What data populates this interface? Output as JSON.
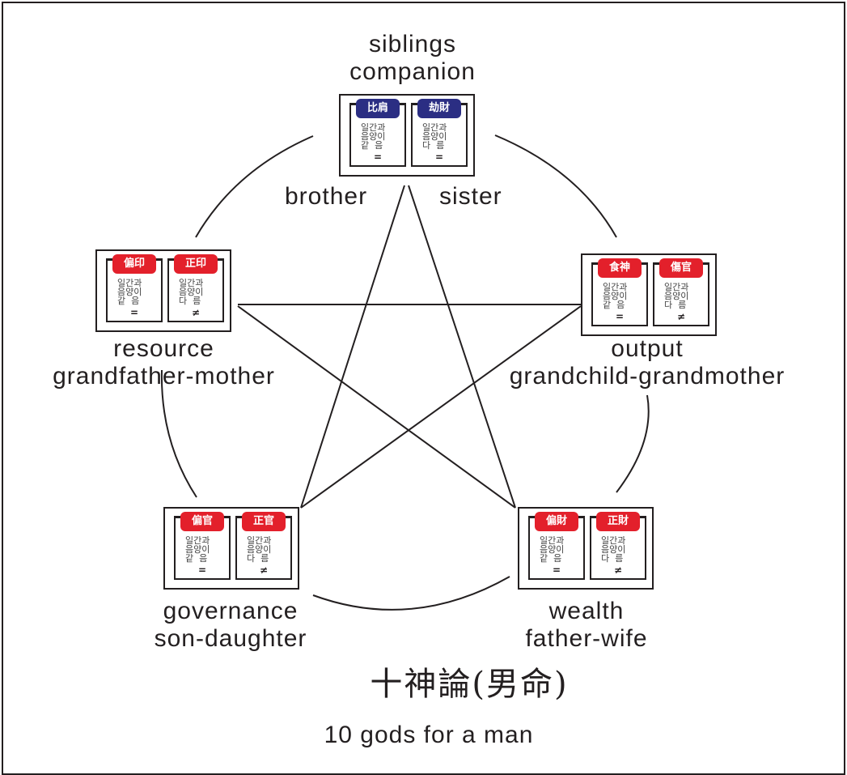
{
  "colors": {
    "ink": "#231f20",
    "self_badge": "#2b2e83",
    "other_badge": "#e3202b"
  },
  "glyph_lines": {
    "same": [
      "일간과",
      "음양이",
      "같  음"
    ],
    "diff": [
      "일간과",
      "음양이",
      "다  름"
    ]
  },
  "symbols": {
    "same": "=",
    "diff": "≠"
  },
  "nodes": {
    "siblings": {
      "heading": [
        "siblings",
        "companion"
      ],
      "left": {
        "badge": "比肩",
        "badge_color": "blue",
        "glyph": "same",
        "symbol": "same"
      },
      "right": {
        "badge": "劫財",
        "badge_color": "blue",
        "glyph": "diff",
        "symbol": "same"
      },
      "sublabels": [
        "brother",
        "sister"
      ]
    },
    "resource": {
      "heading": [
        "resource",
        "grandfather-mother"
      ],
      "left": {
        "badge": "偏印",
        "badge_color": "red",
        "glyph": "same",
        "symbol": "same"
      },
      "right": {
        "badge": "正印",
        "badge_color": "red",
        "glyph": "diff",
        "symbol": "diff"
      }
    },
    "output": {
      "heading": [
        "output",
        "grandchild-grandmother"
      ],
      "left": {
        "badge": "食神",
        "badge_color": "red",
        "glyph": "same",
        "symbol": "same"
      },
      "right": {
        "badge": "傷官",
        "badge_color": "red",
        "glyph": "diff",
        "symbol": "diff"
      }
    },
    "governance": {
      "heading": [
        "governance",
        "son-daughter"
      ],
      "left": {
        "badge": "偏官",
        "badge_color": "red",
        "glyph": "same",
        "symbol": "same"
      },
      "right": {
        "badge": "正官",
        "badge_color": "red",
        "glyph": "diff",
        "symbol": "diff"
      }
    },
    "wealth": {
      "heading": [
        "wealth",
        "father-wife"
      ],
      "left": {
        "badge": "偏財",
        "badge_color": "red",
        "glyph": "same",
        "symbol": "same"
      },
      "right": {
        "badge": "正財",
        "badge_color": "red",
        "glyph": "diff",
        "symbol": "diff"
      }
    }
  },
  "title": "十神論(男命)",
  "subtitle": "10 gods for a man"
}
